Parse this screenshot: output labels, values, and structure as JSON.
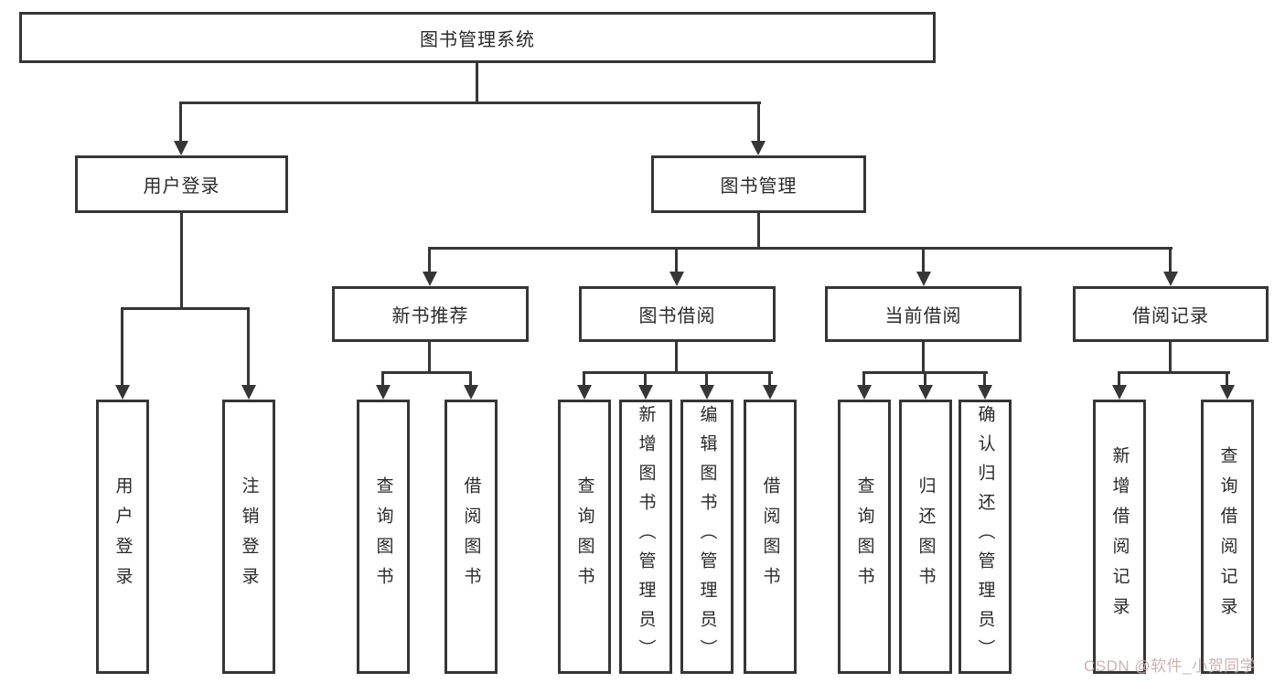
{
  "tree": {
    "root": {
      "label": "图书管理系统",
      "children": [
        {
          "label": "用户登录",
          "children": [
            {
              "label": "用户登录"
            },
            {
              "label": "注销登录"
            }
          ]
        },
        {
          "label": "图书管理",
          "children": [
            {
              "label": "新书推荐",
              "children": [
                {
                  "label": "查询图书"
                },
                {
                  "label": "借阅图书"
                }
              ]
            },
            {
              "label": "图书借阅",
              "children": [
                {
                  "label": "查询图书"
                },
                {
                  "label": "新增图书（管理员）"
                },
                {
                  "label": "编辑图书（管理员）"
                },
                {
                  "label": "借阅图书"
                }
              ]
            },
            {
              "label": "当前借阅",
              "children": [
                {
                  "label": "查询图书"
                },
                {
                  "label": "归还图书"
                },
                {
                  "label": "确认归还（管理员）"
                }
              ]
            },
            {
              "label": "借阅记录",
              "children": [
                {
                  "label": "新增借阅记录"
                },
                {
                  "label": "查询借阅记录"
                }
              ]
            }
          ]
        }
      ]
    }
  },
  "watermark": {
    "text": "CSDN @软件_小贺同学",
    "color": "#c9aeae"
  },
  "colors": {
    "line": "#363636",
    "box_background": "#ffffff",
    "text": "#2a2a2a"
  }
}
